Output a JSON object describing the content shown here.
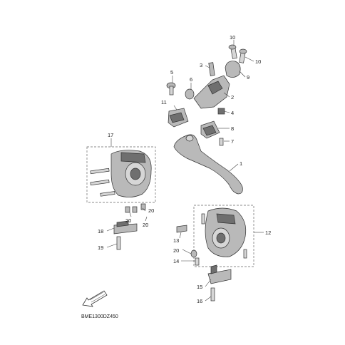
{
  "callouts": {
    "n1": "1",
    "n2": "2",
    "n3": "3",
    "n4": "4",
    "n5": "5",
    "n6": "6",
    "n7": "7",
    "n8": "8",
    "n9": "9",
    "n10a": "10",
    "n10b": "10",
    "n11": "11",
    "n12": "12",
    "n13": "13",
    "n14": "14",
    "n15": "15",
    "n16": "16",
    "n17": "17",
    "n18": "18",
    "n19": "19",
    "n20a": "20",
    "n20b": "20",
    "n20c": "20",
    "n20d": "20"
  },
  "diagram_code": "BME1300DZ450",
  "icons": {
    "front_arrow": "front-direction-arrow-icon"
  }
}
